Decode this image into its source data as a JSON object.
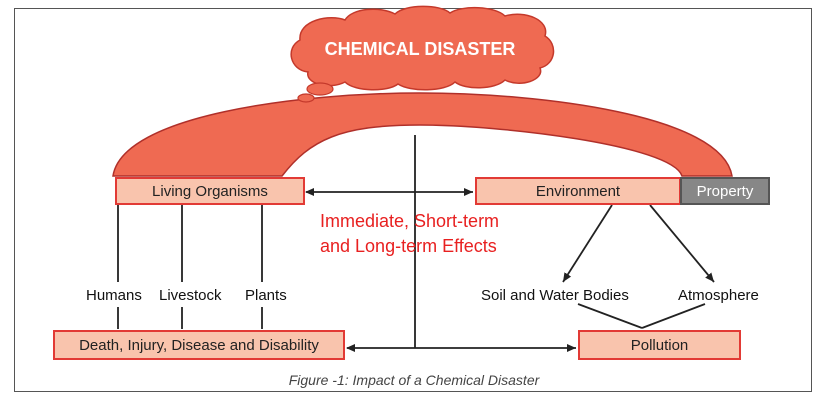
{
  "title": "CHEMICAL DISASTER",
  "boxes": {
    "living_organisms": "Living Organisms",
    "environment": "Environment",
    "property": "Property",
    "death": "Death, Injury, Disease and Disability",
    "pollution": "Pollution"
  },
  "effects": {
    "line1": "Immediate, Short-term",
    "line2": "and Long-term Effects"
  },
  "labels": {
    "humans": "Humans",
    "livestock": "Livestock",
    "plants": "Plants",
    "soil_water": "Soil and Water Bodies",
    "atmosphere": "Atmosphere"
  },
  "caption": "Figure -1: Impact of a Chemical Disaster",
  "colors": {
    "cloud": "#ef6a52",
    "arch": "#ef6a52",
    "box_fill": "#f9c4ad",
    "box_border": "#e23a35",
    "property_fill": "#878787",
    "effects_text": "#e82020"
  }
}
